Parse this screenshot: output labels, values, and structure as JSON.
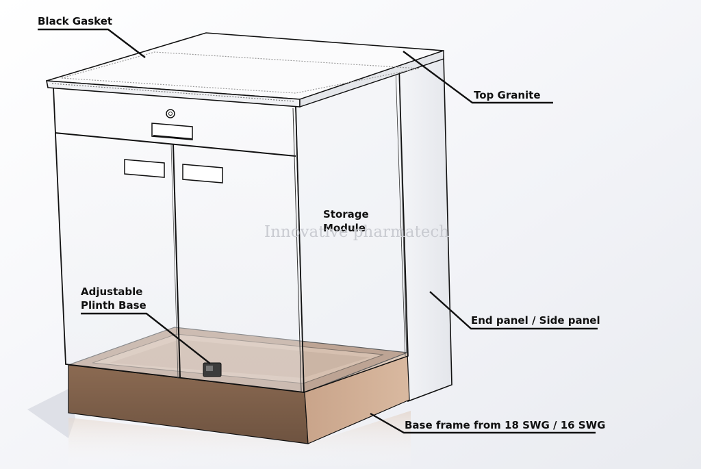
{
  "labels": {
    "black_gasket": "Black Gasket",
    "top_granite": "Top Granite",
    "storage_module_line1": "Storage",
    "storage_module_line2": "Module",
    "plinth_line1": "Adjustable",
    "plinth_line2": "Plinth Base",
    "end_panel": "End panel / Side panel",
    "base_frame": "Base frame from 18 SWG / 16 SWG"
  },
  "watermark": "Innovative pharmatech",
  "colors": {
    "background": "#f5f6f9",
    "base_frame": "#a37c62",
    "base_inner": "#c9a78d",
    "outline": "#111111"
  }
}
